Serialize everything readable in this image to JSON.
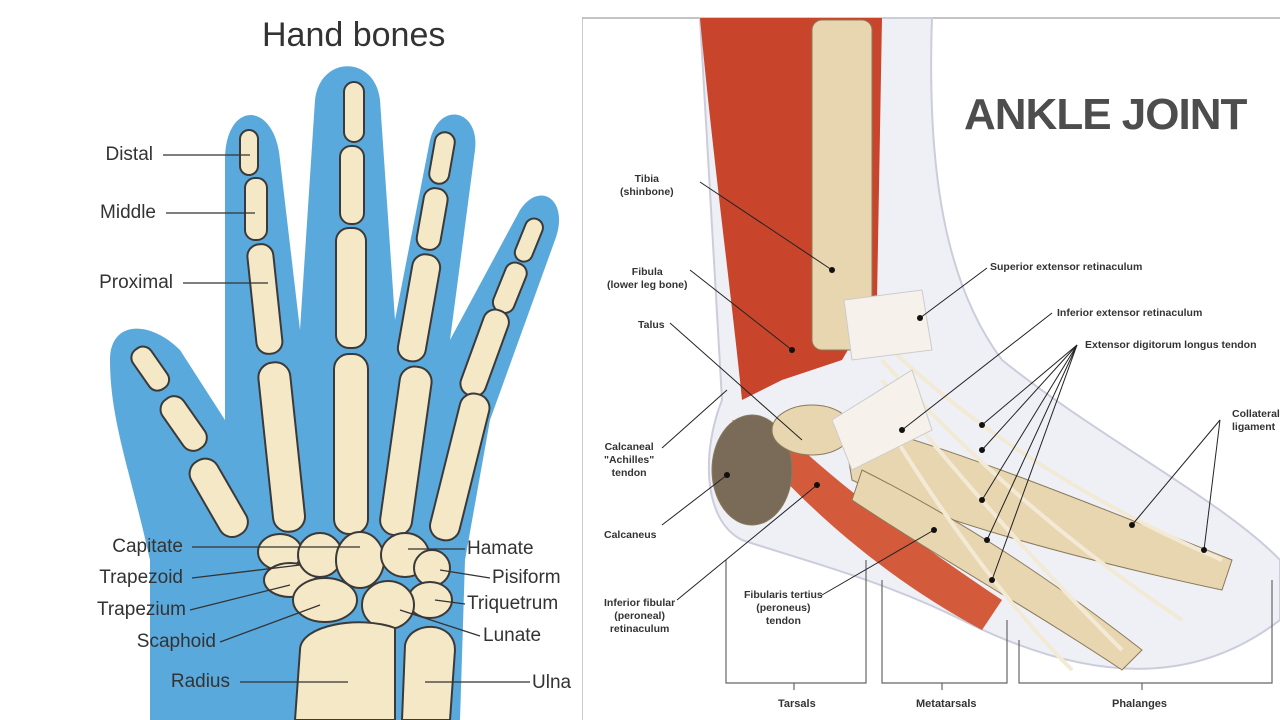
{
  "hand": {
    "title": "Hand bones",
    "labels_left": [
      "Distal",
      "Middle",
      "Proximal",
      "Capitate",
      "Trapezoid",
      "Trapezium",
      "Scaphoid",
      "Radius"
    ],
    "labels_right": [
      "Hamate",
      "Pisiform",
      "Triquetrum",
      "Lunate",
      "Ulna"
    ],
    "colors": {
      "skin": "#5aa9dc",
      "bone": "#f5e8c6",
      "outline": "#3a3a3a"
    }
  },
  "ankle": {
    "title": "ANKLE JOINT",
    "labels": {
      "tibia": [
        "Tibia",
        "(shinbone)"
      ],
      "fibula": [
        "Fibula",
        "(lower leg bone)"
      ],
      "talus": "Talus",
      "superior": "Superior extensor retinaculum",
      "inferior": "Inferior extensor retinaculum",
      "extensor": "Extensor digitorum longus tendon",
      "collateral": [
        "Collateral",
        "ligament"
      ],
      "achilles": [
        "Calcaneal",
        "\"Achilles\"",
        "tendon"
      ],
      "calcaneus": "Calcaneus",
      "fibular_ret": [
        "Inferior fibular",
        "(peroneal)",
        "retinaculum"
      ],
      "fibularis": [
        "Fibularis tertius",
        "(peroneus)",
        "tendon"
      ]
    },
    "groups": [
      "Tarsals",
      "Metatarsals",
      "Phalanges"
    ],
    "colors": {
      "muscle": "#c8452c",
      "bone": "#e8d6b0",
      "title": "#4d4d4d"
    }
  }
}
